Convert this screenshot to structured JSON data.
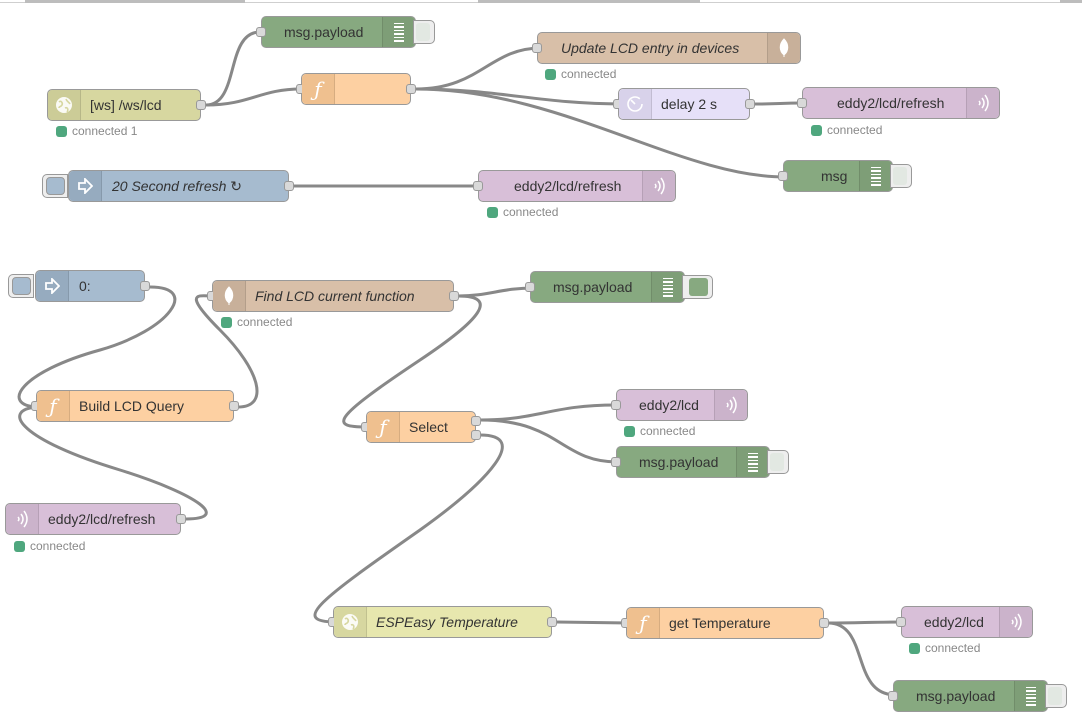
{
  "colors": {
    "websocket": "#d7d7a0",
    "function": "#fdd0a2",
    "debug": "#87a980",
    "debug_icon": "#7e9e77",
    "mongodb": "#d8bfa8",
    "mongodb_icon": "#c8b09a",
    "delay": "#e6e0f8",
    "mqtt": "#d8bfd8",
    "mqtt_icon": "#cbb3cb",
    "inject": "#a6bbcf",
    "inject_icon": "#96abbf",
    "status_green": "#4fa77e",
    "wire": "#888888"
  },
  "nodes": {
    "ws_in": {
      "label": "[ws] /ws/lcd",
      "type": "websocket-in",
      "icon": "globe-icon",
      "status": "connected 1"
    },
    "debug_payload_1": {
      "label": "msg.payload",
      "type": "debug",
      "icon": "list-icon",
      "active": false
    },
    "function_unnamed": {
      "label": "",
      "type": "function",
      "icon": "function-icon"
    },
    "mongo_update": {
      "label": "Update LCD entry in devices",
      "type": "mongodb-out",
      "icon": "leaf-icon",
      "status": "connected"
    },
    "delay": {
      "label": "delay 2 s",
      "type": "delay",
      "icon": "timer-icon"
    },
    "mqtt_refresh_1": {
      "label": "eddy2/lcd/refresh",
      "type": "mqtt-out",
      "icon": "wireless-icon",
      "status": "connected"
    },
    "debug_msg": {
      "label": "msg",
      "type": "debug",
      "icon": "list-icon",
      "active": false
    },
    "inject_refresh": {
      "label": "20 Second refresh ↻",
      "type": "inject",
      "icon": "arrow-right-icon"
    },
    "mqtt_refresh_2": {
      "label": "eddy2/lcd/refresh",
      "type": "mqtt-out",
      "icon": "wireless-icon",
      "status": "connected"
    },
    "inject_zero": {
      "label": "0:",
      "type": "inject",
      "icon": "arrow-right-icon"
    },
    "mongo_find": {
      "label": "Find LCD current function",
      "type": "mongodb-in",
      "icon": "leaf-icon",
      "status": "connected"
    },
    "debug_payload_2": {
      "label": "msg.payload",
      "type": "debug",
      "icon": "list-icon",
      "active": true
    },
    "function_build": {
      "label": "Build LCD Query",
      "type": "function",
      "icon": "function-icon"
    },
    "function_select": {
      "label": "Select",
      "type": "function",
      "icon": "function-icon"
    },
    "mqtt_lcd_1": {
      "label": "eddy2/lcd",
      "type": "mqtt-out",
      "icon": "wireless-icon",
      "status": "connected"
    },
    "debug_payload_3": {
      "label": "msg.payload",
      "type": "debug",
      "icon": "list-icon",
      "active": false
    },
    "mqtt_in_refresh": {
      "label": "eddy2/lcd/refresh",
      "type": "mqtt-in",
      "icon": "wireless-icon",
      "status": "connected"
    },
    "http_espeasy": {
      "label": "ESPEasy Temperature",
      "type": "http-in",
      "icon": "globe-icon"
    },
    "function_temp": {
      "label": "get Temperature",
      "type": "function",
      "icon": "function-icon"
    },
    "mqtt_lcd_2": {
      "label": "eddy2/lcd",
      "type": "mqtt-out",
      "icon": "wireless-icon",
      "status": "connected"
    },
    "debug_payload_4": {
      "label": "msg.payload",
      "type": "debug",
      "icon": "list-icon",
      "active": false
    }
  },
  "wires": [
    [
      "ws_in",
      "debug_payload_1"
    ],
    [
      "ws_in",
      "function_unnamed"
    ],
    [
      "function_unnamed",
      "mongo_update"
    ],
    [
      "function_unnamed",
      "delay"
    ],
    [
      "function_unnamed",
      "debug_msg"
    ],
    [
      "delay",
      "mqtt_refresh_1"
    ],
    [
      "inject_refresh",
      "mqtt_refresh_2"
    ],
    [
      "inject_zero",
      "function_build"
    ],
    [
      "mqtt_in_refresh",
      "function_build"
    ],
    [
      "function_build",
      "mongo_find"
    ],
    [
      "mongo_find",
      "debug_payload_2"
    ],
    [
      "mongo_find",
      "function_select"
    ],
    [
      "function_select",
      "mqtt_lcd_1"
    ],
    [
      "function_select",
      "debug_payload_3"
    ],
    [
      "function_select",
      "http_espeasy"
    ],
    [
      "http_espeasy",
      "function_temp"
    ],
    [
      "function_temp",
      "mqtt_lcd_2"
    ],
    [
      "function_temp",
      "debug_payload_4"
    ]
  ]
}
